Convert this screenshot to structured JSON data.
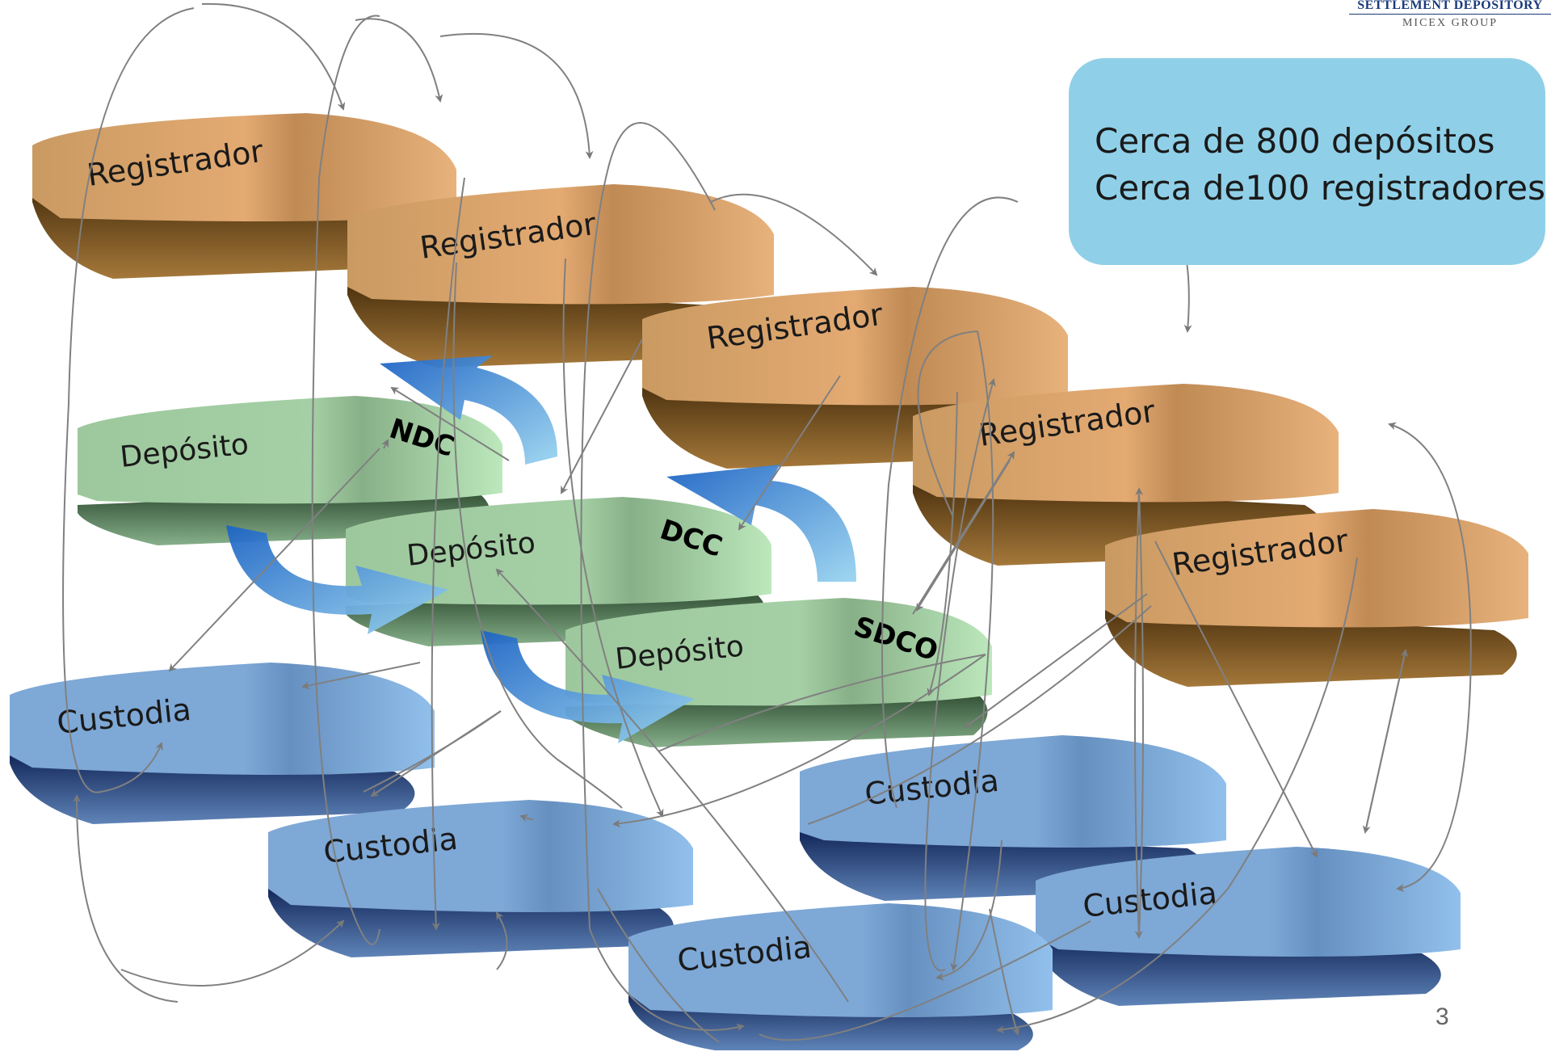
{
  "logo": {
    "top_text": "SETTLEMENT DEPOSITORY",
    "bottom_text": "MICEX GROUP"
  },
  "info_box": {
    "lines": [
      "Cerca de 800 depósitos",
      "Cerca de100 registradores"
    ]
  },
  "registrars": [
    {
      "label": "Registrador"
    },
    {
      "label": "Registrador"
    },
    {
      "label": "Registrador"
    },
    {
      "label": "Registrador"
    },
    {
      "label": "Registrador"
    }
  ],
  "depositories": [
    {
      "label": "Depósito",
      "code": "NDC"
    },
    {
      "label": "Depósito",
      "code": "DCC"
    },
    {
      "label": "Depósito",
      "code": "SDCO"
    }
  ],
  "custodians": [
    {
      "label": "Custodia"
    },
    {
      "label": "Custodia"
    },
    {
      "label": "Custodia"
    },
    {
      "label": "Custodia"
    },
    {
      "label": "Custodia"
    }
  ],
  "colors": {
    "registrar_top": "#e8b07a",
    "registrar_band": "#d9a06a",
    "registrar_bottom": "#6b4a1c",
    "depository_top": "#b8e6b8",
    "depository_band": "#a8d8a8",
    "depository_bottom": "#3c5a40",
    "custodian_top": "#8ebce6",
    "custodian_band": "#7aa8d8",
    "custodian_bottom": "#1a2d5c",
    "connector": "#808080",
    "flow_arrow": "#2a6ec0"
  },
  "page_number": "3"
}
